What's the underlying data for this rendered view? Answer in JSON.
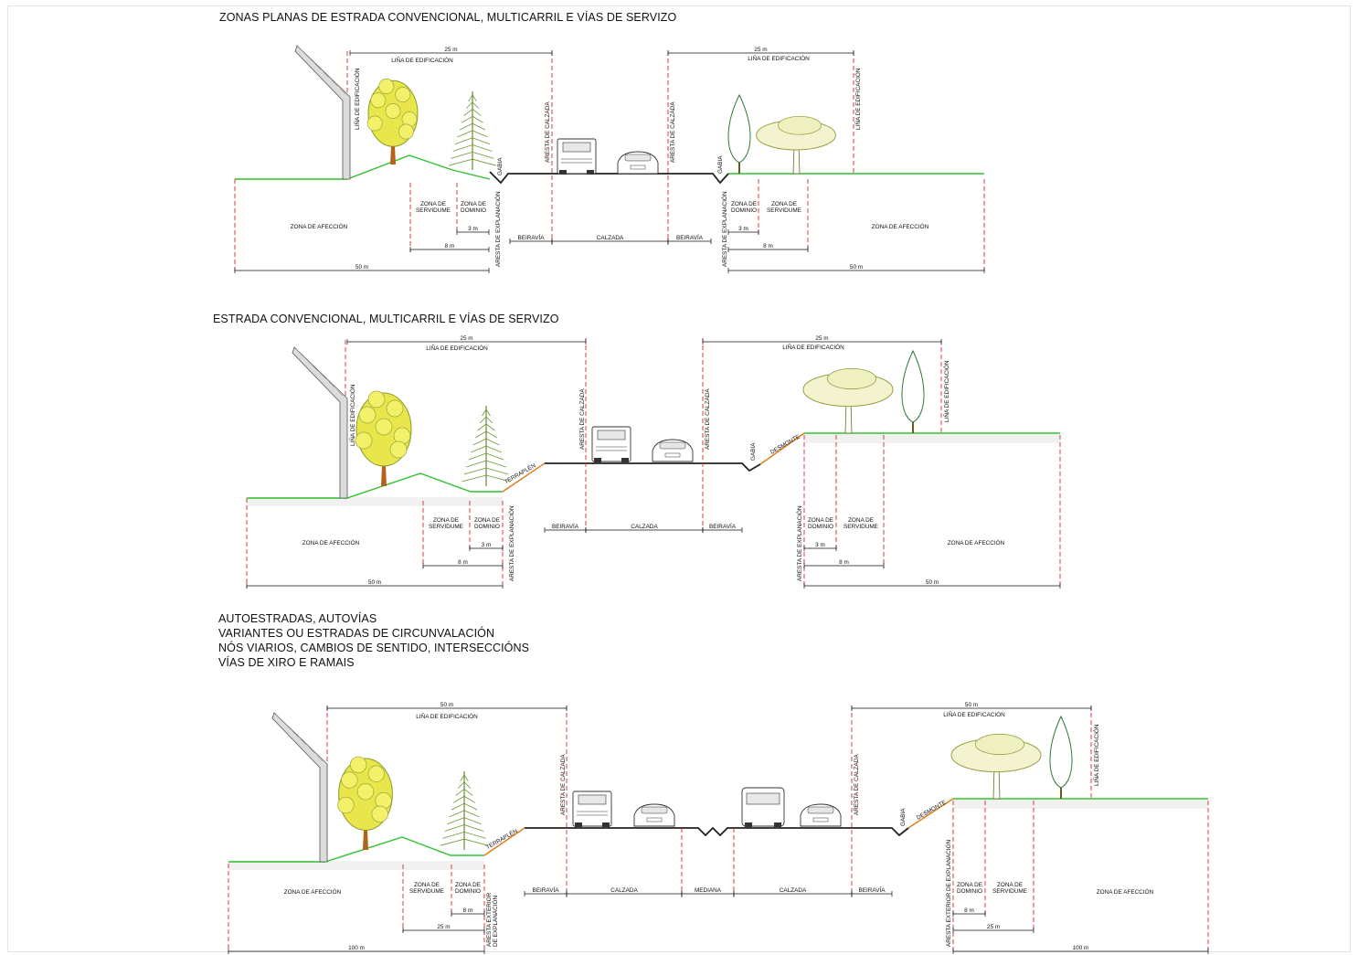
{
  "sections": [
    {
      "id": "s1",
      "title": [
        "ZONAS PLANAS DE ESTRADA CONVENCIONAL, MULTICARRIL E VÍAS DE SERVIZO"
      ]
    },
    {
      "id": "s2",
      "title": [
        "ESTRADA CONVENCIONAL, MULTICARRIL E VÍAS DE SERVIZO"
      ]
    },
    {
      "id": "s3",
      "title": [
        "AUTOESTRADAS, AUTOVÍAS",
        "VARIANTES OU ESTRADAS DE CIRCUNVALACIÓN",
        "NÓS VIARIOS, CAMBIOS DE SENTIDO, INTERSECCIÓNS",
        "VÍAS DE XIRO E RAMAIS"
      ]
    }
  ],
  "labels": {
    "linha_edificacion": "LIÑA DE EDIFICACIÓN",
    "aresta_calzada": "ARESTA DE CALZADA",
    "aresta_explanacion": "ARESTA DE EXPLANACIÓN",
    "aresta_exterior_1": "ARESTA EXTERIOR",
    "aresta_exterior_2": "DE EXPLANACIÓN",
    "aresta_exterior_full": "ARESTA EXTERIOR DE EXPLANACIÓN",
    "zona_afeccion": "ZONA DE AFECCIÓN",
    "zona_servidume_1": "ZONA DE",
    "zona_servidume_2": "SERVIDUME",
    "zona_dominio_1": "ZONA DE",
    "zona_dominio_2": "DOMINIO",
    "beiravia": "BEIRAVÍA",
    "calzada": "CALZADA",
    "mediana": "MEDIANA",
    "gabia": "GABIA",
    "terraplen": "TERRAPLÉN",
    "desmonte": "DESMONTE"
  },
  "dims": {
    "d25": "25 m",
    "d50": "50 m",
    "d100": "100 m",
    "d8": "8 m",
    "d3": "3 m"
  },
  "colors": {
    "ground": "#2fc22f",
    "slope": "#e07b1a",
    "limit_line": "#d62a2a",
    "road": "#222222",
    "text": "#111111"
  }
}
